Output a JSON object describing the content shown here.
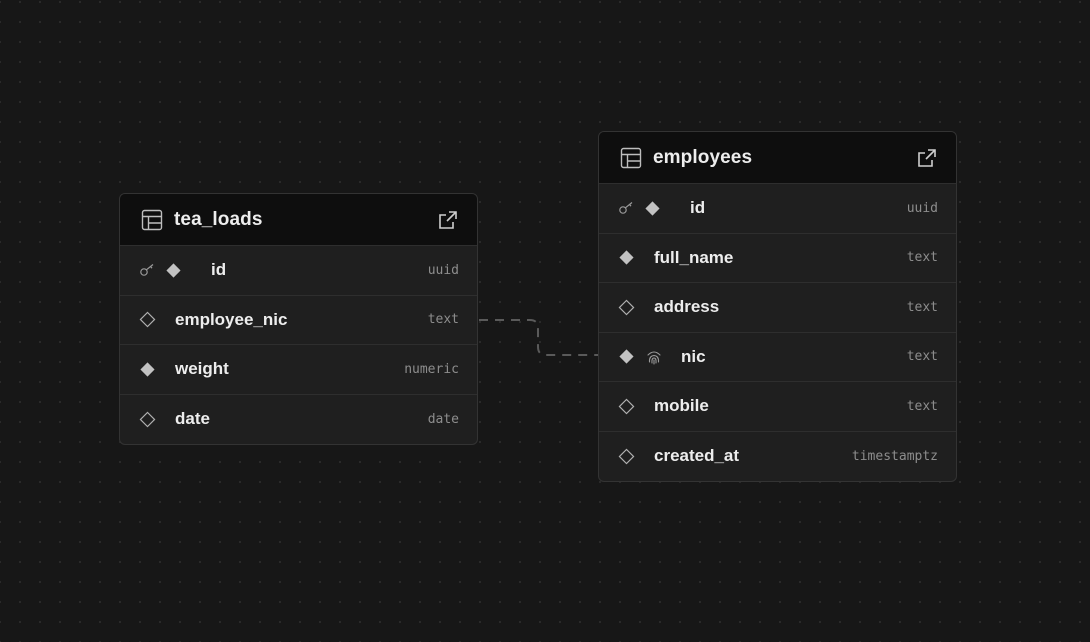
{
  "tables": {
    "tea_loads": {
      "name": "tea_loads",
      "columns": [
        {
          "name": "id",
          "type": "uuid",
          "primary_key": true,
          "nullable": false
        },
        {
          "name": "employee_nic",
          "type": "text",
          "primary_key": false,
          "nullable": true
        },
        {
          "name": "weight",
          "type": "numeric",
          "primary_key": false,
          "nullable": false
        },
        {
          "name": "date",
          "type": "date",
          "primary_key": false,
          "nullable": true
        }
      ]
    },
    "employees": {
      "name": "employees",
      "columns": [
        {
          "name": "id",
          "type": "uuid",
          "primary_key": true,
          "nullable": false
        },
        {
          "name": "full_name",
          "type": "text",
          "primary_key": false,
          "nullable": false
        },
        {
          "name": "address",
          "type": "text",
          "primary_key": false,
          "nullable": true
        },
        {
          "name": "nic",
          "type": "text",
          "primary_key": false,
          "nullable": false,
          "unique": true
        },
        {
          "name": "mobile",
          "type": "text",
          "primary_key": false,
          "nullable": true
        },
        {
          "name": "created_at",
          "type": "timestamptz",
          "primary_key": false,
          "nullable": true
        }
      ]
    }
  },
  "relation": {
    "from": "tea_loads.employee_nic",
    "to": "employees.nic"
  },
  "icons": {
    "table": "table-icon",
    "open": "external-link-icon",
    "primary_key": "key-icon",
    "non_nullable": "filled-diamond-icon",
    "nullable": "outline-diamond-icon",
    "unique": "fingerprint-icon"
  },
  "colors": {
    "background": "#171717",
    "header": "#0e0e0e",
    "node": "#1f1f1f",
    "text": "#ededed",
    "muted": "#8d8d8d",
    "connector": "#5a5a5a"
  }
}
